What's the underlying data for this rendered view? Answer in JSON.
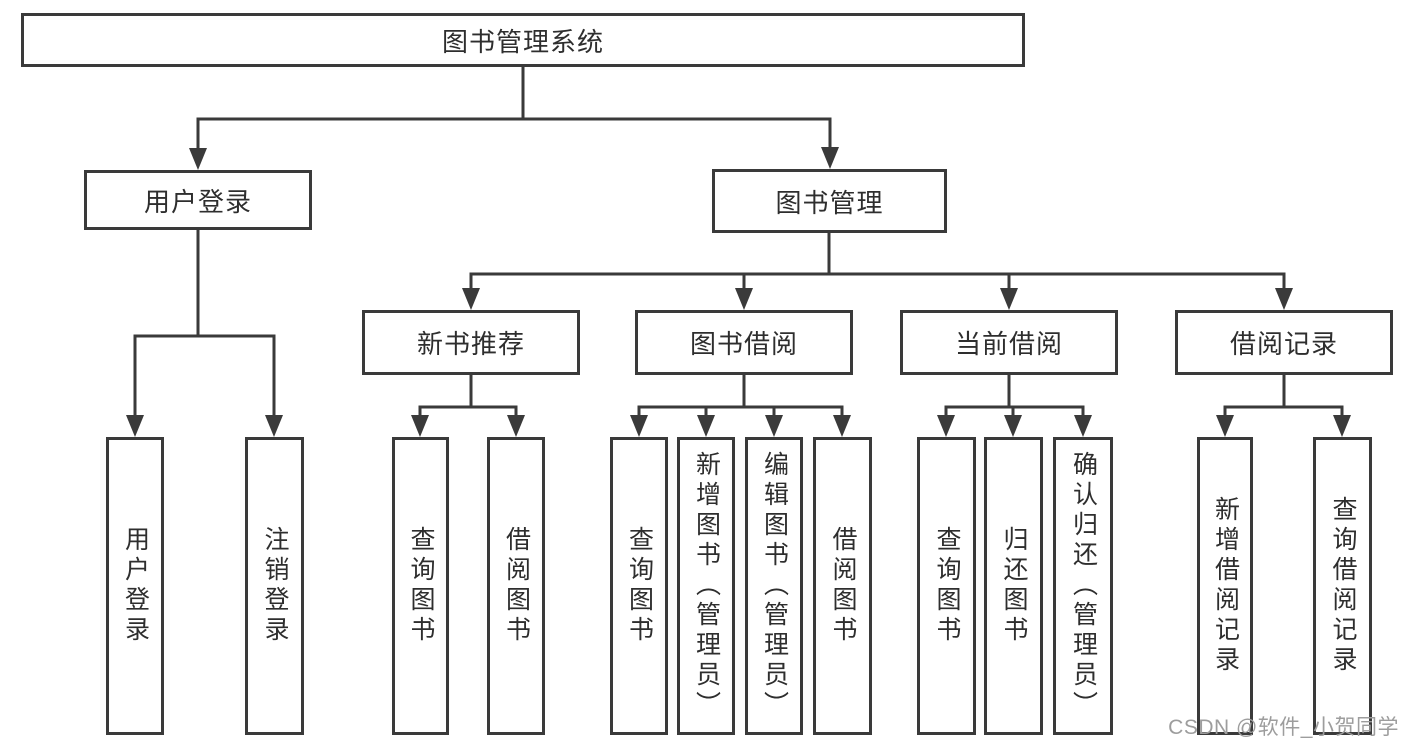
{
  "nodes": {
    "root": "图书管理系统",
    "user_login": "用户登录",
    "book_management": "图书管理",
    "new_book_recommendation": "新书推荐",
    "book_borrowing": "图书借阅",
    "current_borrowing": "当前借阅",
    "borrowing_records": "借阅记录"
  },
  "leaves": [
    "用户登录",
    "注销登录",
    "查询图书",
    "借阅图书",
    "查询图书",
    "新增图书（管理员）",
    "编辑图书（管理员）",
    "借阅图书",
    "查询图书",
    "归还图书",
    "确认归还（管理员）",
    "新增借阅记录",
    "查询借阅记录"
  ],
  "watermark": "CSDN @软件_小贺同学",
  "colors": {
    "line": "#3a3a3a",
    "text": "#2e2e2e",
    "box_background": "#ffffff",
    "watermark": "#9d9d9d",
    "background": "#ffffff"
  }
}
